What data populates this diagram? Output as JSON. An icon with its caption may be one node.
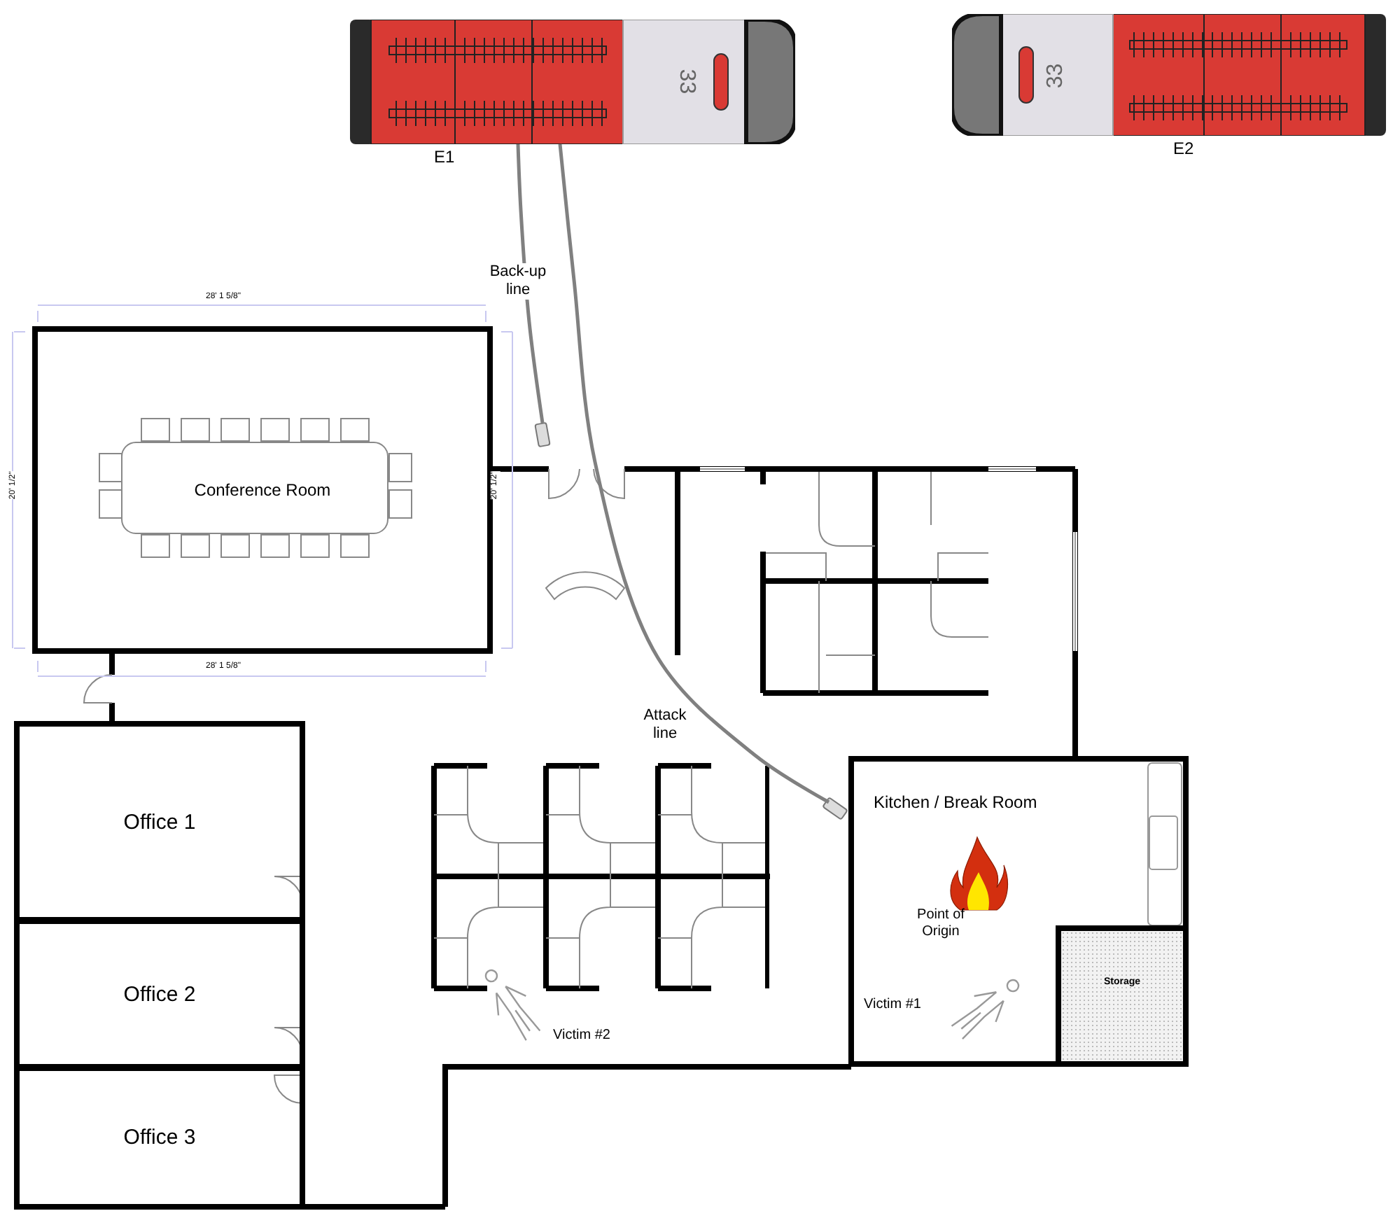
{
  "diagram": {
    "nodes": [
      {
        "text": [
          "33"
        ],
        "beside": [
          "E1"
        ]
      },
      {
        "text": [
          "33"
        ],
        "beside": [
          "E2"
        ]
      },
      {
        "text": [
          "Conference Room"
        ]
      },
      {
        "text": [
          "Office 1"
        ]
      },
      {
        "text": [
          "Office 2"
        ]
      },
      {
        "text": [
          "Office 3"
        ]
      },
      {
        "text": [
          "Kitchen / Break Room"
        ]
      },
      {
        "text": [
          "Storage"
        ],
        "in": 6
      },
      {
        "text": [],
        "shape": "nozzle"
      },
      {
        "text": [],
        "shape": "nozzle"
      }
    ],
    "edges": [
      {
        "from": 0,
        "to": 8,
        "arrow": "none",
        "label": "Back-up line"
      },
      {
        "from": 0,
        "to": 9,
        "arrow": "none",
        "label": "Attack line"
      }
    ],
    "labels": [
      "28' 1 5/8\"",
      "20' 1/2\"",
      "20' 1/2\"",
      "28' 1 5/8\"",
      "Point of Origin",
      "Victim #2",
      "Victim #1"
    ]
  }
}
